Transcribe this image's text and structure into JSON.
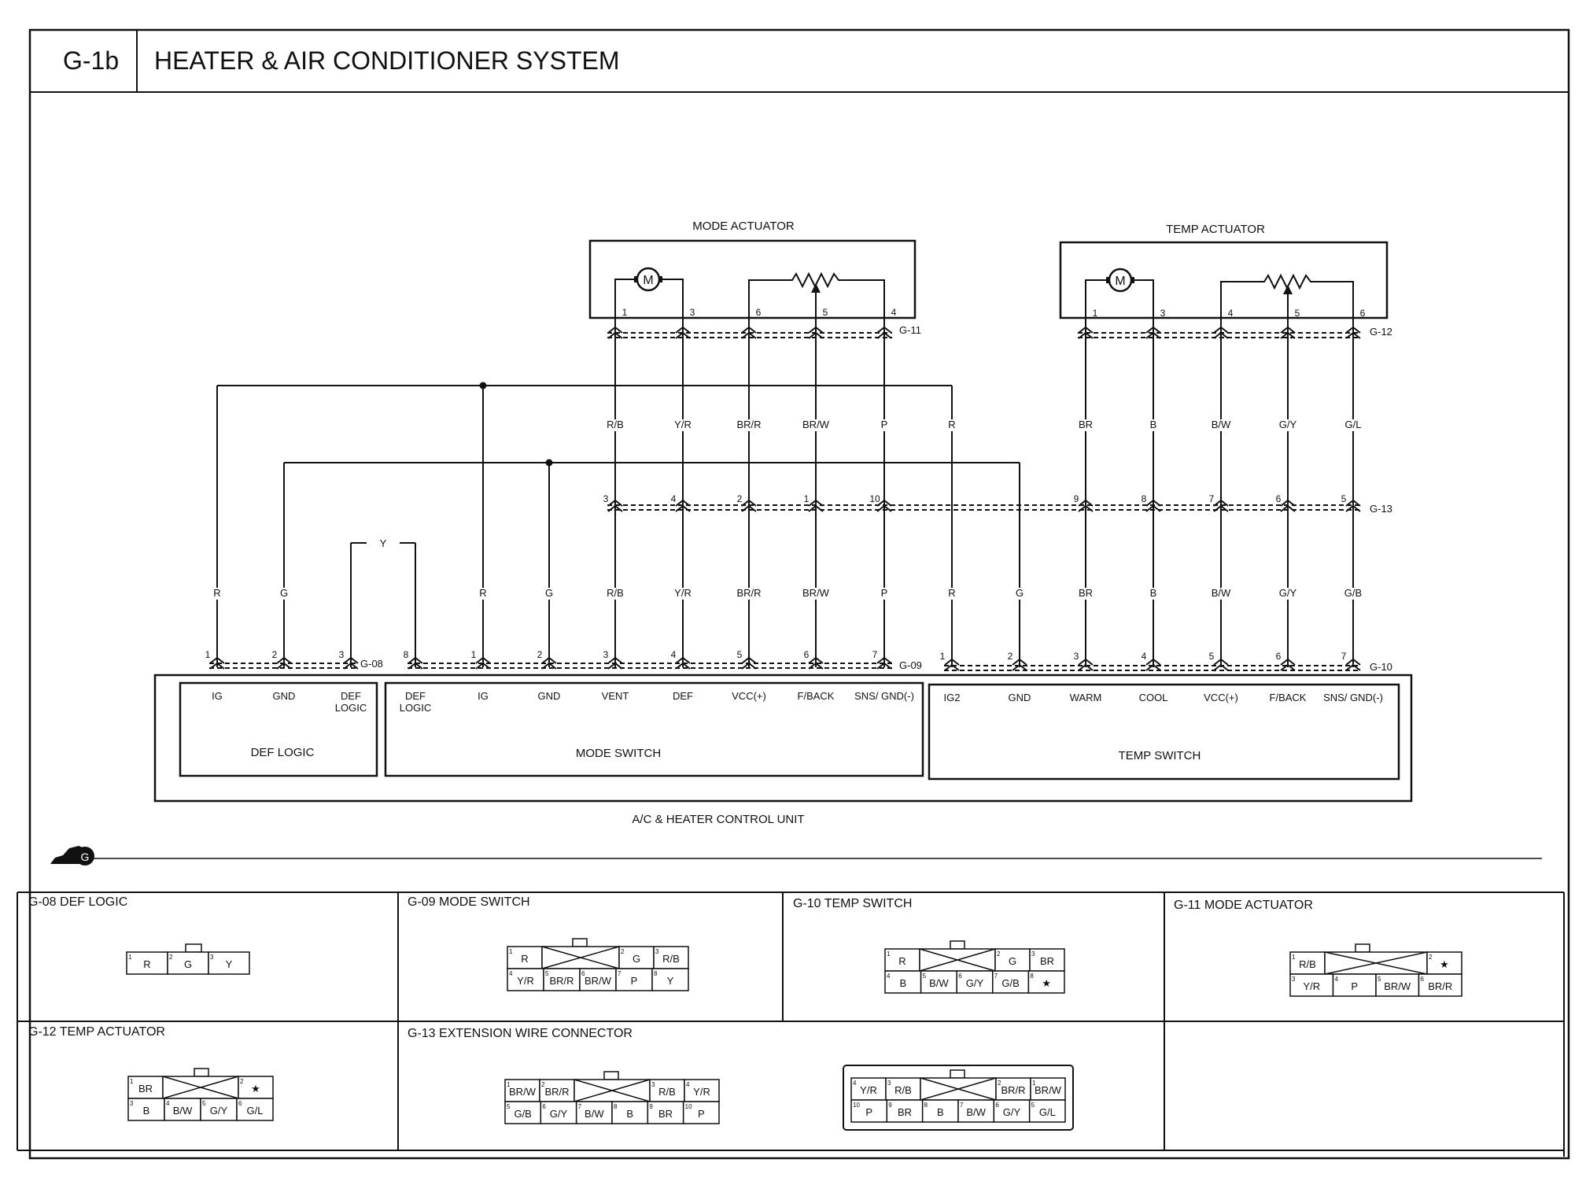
{
  "title": {
    "code": "G-1b",
    "text": "HEATER & AIR CONDITIONER SYSTEM"
  },
  "components": {
    "mode_actuator": "MODE ACTUATOR",
    "temp_actuator": "TEMP ACTUATOR",
    "motor_symbol": "M",
    "control_unit": "A/C & HEATER CONTROL UNIT",
    "def_logic": "DEF LOGIC",
    "mode_switch": "MODE SWITCH",
    "temp_switch": "TEMP SWITCH"
  },
  "connectors": {
    "g08": "G-08",
    "g09": "G-09",
    "g10": "G-10",
    "g11": "G-11",
    "g12": "G-12",
    "g13": "G-13"
  },
  "mode_actuator_pins": [
    "1",
    "3",
    "6",
    "5",
    "4"
  ],
  "temp_actuator_pins": [
    "1",
    "3",
    "4",
    "5",
    "6"
  ],
  "upper_wire_colors": [
    "R/B",
    "Y/R",
    "BR/R",
    "BR/W",
    "P",
    "R",
    "BR",
    "B",
    "B/W",
    "G/Y",
    "G/L"
  ],
  "g13_pins": [
    "3",
    "4",
    "2",
    "1",
    "10",
    "9",
    "8",
    "7",
    "6",
    "5"
  ],
  "def_jumper_color": "Y",
  "lower_wire_colors": [
    "R",
    "G",
    "R",
    "G",
    "R/B",
    "Y/R",
    "BR/R",
    "BR/W",
    "P",
    "R",
    "G",
    "BR",
    "B",
    "B/W",
    "G/Y",
    "G/B"
  ],
  "g08_pins": [
    "1",
    "2",
    "3"
  ],
  "g09_pins": [
    "8",
    "1",
    "2",
    "3",
    "4",
    "5",
    "6",
    "7"
  ],
  "g10_pins": [
    "1",
    "2",
    "3",
    "4",
    "5",
    "6",
    "7"
  ],
  "def_terminals": [
    "IG",
    "GND",
    "DEF LOGIC"
  ],
  "mode_terminals": [
    "DEF LOGIC",
    "IG",
    "GND",
    "VENT",
    "DEF",
    "VCC(+)",
    "F/BACK",
    "SNS/ GND(-)"
  ],
  "temp_terminals": [
    "IG2",
    "GND",
    "WARM",
    "COOL",
    "VCC(+)",
    "F/BACK",
    "SNS/ GND(-)"
  ],
  "g_badge": "G",
  "sections": {
    "g08": "G-08 DEF LOGIC",
    "g09": "G-09 MODE SWITCH",
    "g10": "G-10 TEMP SWITCH",
    "g11": "G-11 MODE ACTUATOR",
    "g12": "G-12 TEMP ACTUATOR",
    "g13": "G-13 EXTENSION WIRE CONNECTOR"
  },
  "face_g08": {
    "row1": [
      {
        "n": "1",
        "t": "R"
      },
      {
        "n": "2",
        "t": "G"
      },
      {
        "n": "3",
        "t": "Y"
      }
    ]
  },
  "face_g09": {
    "row1": [
      {
        "n": "1",
        "t": "R"
      },
      {
        "x": true
      },
      {
        "n": "2",
        "t": "G"
      },
      {
        "n": "3",
        "t": "R/B"
      }
    ],
    "row2": [
      {
        "n": "4",
        "t": "Y/R"
      },
      {
        "n": "5",
        "t": "BR/R"
      },
      {
        "n": "6",
        "t": "BR/W"
      },
      {
        "n": "7",
        "t": "P"
      },
      {
        "n": "8",
        "t": "Y"
      }
    ]
  },
  "face_g10": {
    "row1": [
      {
        "n": "1",
        "t": "R"
      },
      {
        "x": true
      },
      {
        "n": "2",
        "t": "G"
      },
      {
        "n": "3",
        "t": "BR"
      }
    ],
    "row2": [
      {
        "n": "4",
        "t": "B"
      },
      {
        "n": "5",
        "t": "B/W"
      },
      {
        "n": "6",
        "t": "G/Y"
      },
      {
        "n": "7",
        "t": "G/B"
      },
      {
        "n": "8",
        "t": "★"
      }
    ]
  },
  "face_g11": {
    "row1": [
      {
        "n": "1",
        "t": "R/B"
      },
      {
        "x": true
      },
      {
        "n": "2",
        "t": "★"
      }
    ],
    "row2": [
      {
        "n": "3",
        "t": "Y/R"
      },
      {
        "n": "4",
        "t": "P"
      },
      {
        "n": "5",
        "t": "BR/W"
      },
      {
        "n": "6",
        "t": "BR/R"
      }
    ]
  },
  "face_g12": {
    "row1": [
      {
        "n": "1",
        "t": "BR"
      },
      {
        "x": true
      },
      {
        "n": "2",
        "t": "★"
      }
    ],
    "row2": [
      {
        "n": "3",
        "t": "B"
      },
      {
        "n": "4",
        "t": "B/W"
      },
      {
        "n": "5",
        "t": "G/Y"
      },
      {
        "n": "6",
        "t": "G/L"
      }
    ]
  },
  "face_g13a": {
    "row1": [
      {
        "n": "1",
        "t": "BR/W"
      },
      {
        "n": "2",
        "t": "BR/R"
      },
      {
        "x": true
      },
      {
        "n": "3",
        "t": "R/B"
      },
      {
        "n": "4",
        "t": "Y/R"
      }
    ],
    "row2": [
      {
        "n": "5",
        "t": "G/B"
      },
      {
        "n": "6",
        "t": "G/Y"
      },
      {
        "n": "7",
        "t": "B/W"
      },
      {
        "n": "8",
        "t": "B"
      },
      {
        "n": "9",
        "t": "BR"
      },
      {
        "n": "10",
        "t": "P"
      }
    ]
  },
  "face_g13b": {
    "row1": [
      {
        "n": "4",
        "t": "Y/R"
      },
      {
        "n": "3",
        "t": "R/B"
      },
      {
        "x": true
      },
      {
        "n": "2",
        "t": "BR/R"
      },
      {
        "n": "1",
        "t": "BR/W"
      }
    ],
    "row2": [
      {
        "n": "10",
        "t": "P"
      },
      {
        "n": "9",
        "t": "BR"
      },
      {
        "n": "8",
        "t": "B"
      },
      {
        "n": "7",
        "t": "B/W"
      },
      {
        "n": "6",
        "t": "G/Y"
      },
      {
        "n": "5",
        "t": "G/L"
      }
    ]
  }
}
